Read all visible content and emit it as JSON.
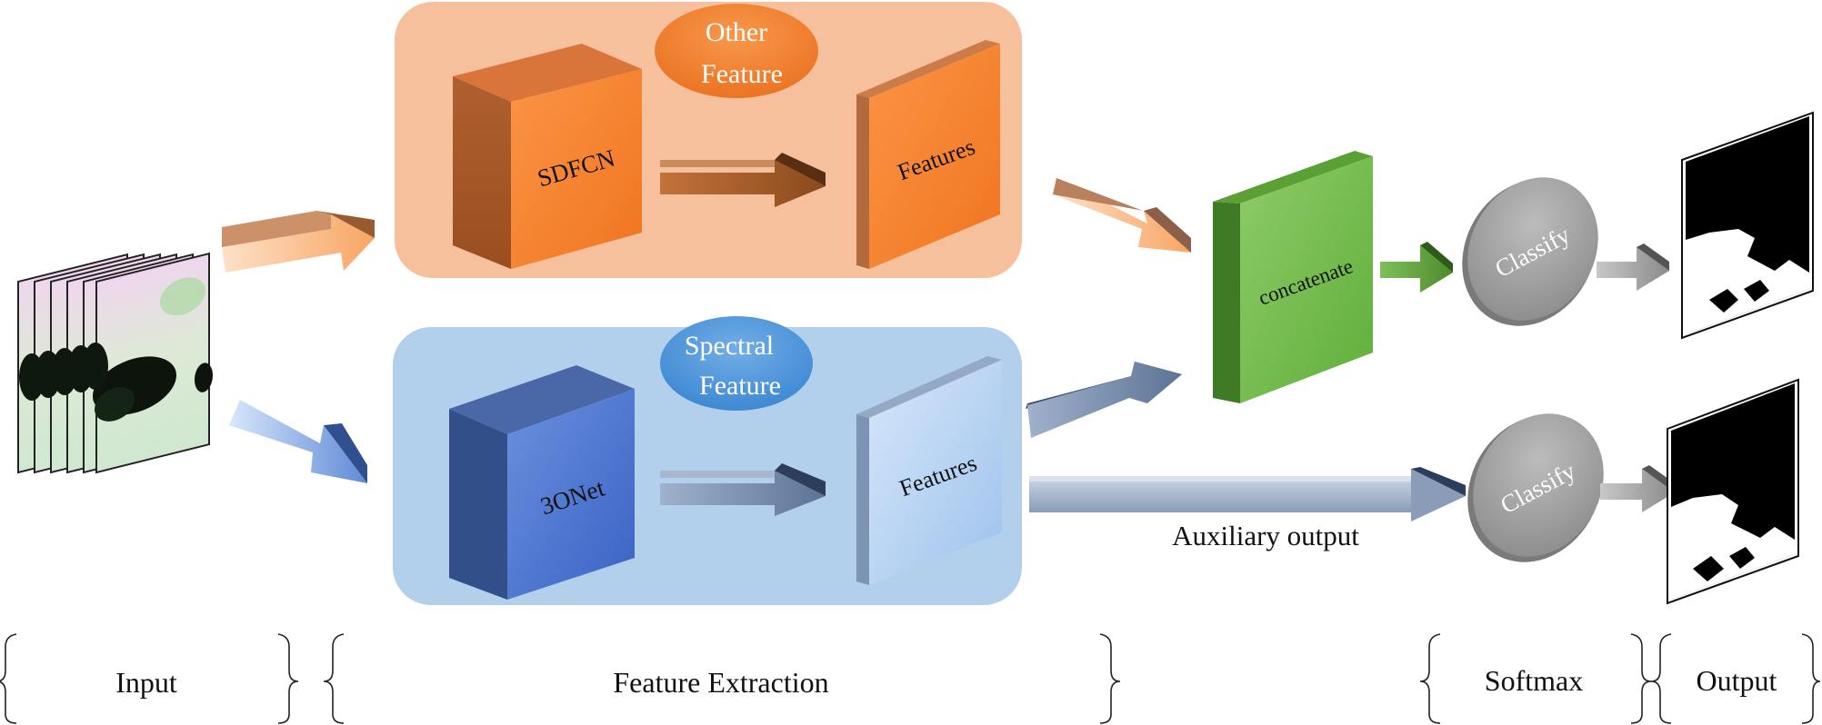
{
  "diagram": {
    "top_branch": {
      "badge": [
        "Other",
        "Feature"
      ],
      "block1": "SDFCN",
      "block2": "Features"
    },
    "bottom_branch": {
      "badge": [
        "Spectral",
        "Feature"
      ],
      "block1": "3ONet",
      "block2": "Features"
    },
    "merge_block": "concatenate",
    "classifier_top": "Classify",
    "classifier_bottom": "Classify",
    "auxiliary_label": "Auxiliary output",
    "stages": {
      "input": "Input",
      "feature_extraction": "Feature Extraction",
      "softmax": "Softmax",
      "output": "Output"
    },
    "colors": {
      "top_panel": "#f6c09d",
      "bottom_panel": "#b2d0ec",
      "orange_block": "#f7802a",
      "blue_block": "#4874cf",
      "green_block": "#72b84b",
      "classifier": "#9c9c9c"
    }
  }
}
